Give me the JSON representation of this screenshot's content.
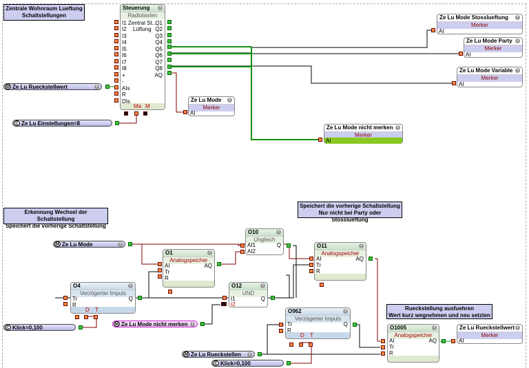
{
  "comments": {
    "c1": [
      "Zentrale Wohnraum Lueftung",
      "Schaltstellungen"
    ],
    "c2": [
      "Erkennung Wechsel der Schaltstellung",
      "Speichert die vorherige Schaltstellung"
    ],
    "c3": [
      "Speichert die vorherige Schaltstellung",
      "Nur nicht bei Party oder Stosslueftung"
    ],
    "c4": [
      "Rueckstellung ausfuehren",
      "Wert kurz wegnehmen und neu setzten"
    ]
  },
  "steuerung": {
    "title": "Steuerung",
    "type": "Radiotasten",
    "label1": "Zentral St...",
    "label2": "Lüftung",
    "inputs": [
      "I1",
      "I2",
      "I3",
      "I4",
      "I5",
      "I6",
      "I7",
      "I8",
      "+",
      "-",
      "AIs",
      "R",
      "DIs"
    ],
    "outputs": [
      "Q1",
      "Q2",
      "Q3",
      "Q4",
      "Q5",
      "Q6",
      "Q7",
      "Q8",
      "AQ"
    ],
    "footer": [
      "Ma",
      "M"
    ]
  },
  "merkers": [
    {
      "title": "Ze Lu Mode Stosslueftung",
      "type": "Merker",
      "input": "AI"
    },
    {
      "title": "Ze Lu Mode Party",
      "type": "Merker",
      "input": "AI"
    },
    {
      "title": "Ze Lu Mode Variable",
      "type": "Merker",
      "input": "AI"
    },
    {
      "title": "Ze Lu Mode",
      "type": "Merker",
      "input": "AI"
    },
    {
      "title": "Ze Lu Mode nicht merken",
      "type": "Merker",
      "input": "AI"
    },
    {
      "title": "Ze Lu Rueckstellwert",
      "type": "Merker",
      "input": "AI"
    }
  ],
  "variables": {
    "rueckstellwert": {
      "tag": "M",
      "label": "Ze Lu Rueckstellwert"
    },
    "einstellungen": {
      "tag": "C",
      "label": "Ze Lu Einstellungen=8"
    },
    "mode": {
      "tag": "M",
      "label": "Ze Lu Mode"
    },
    "klick1": {
      "tag": "C",
      "label": "Klick=0,100"
    },
    "nicht_merken": {
      "tag": "M",
      "label": "Ze Lu Mode nicht merken"
    },
    "rueckstellen": {
      "tag": "M",
      "label": "Ze Lu Rueckstellen"
    },
    "klick2": {
      "tag": "C",
      "label": "Klick=0,100"
    }
  },
  "blocks": {
    "o1": {
      "title": "O1",
      "type": "Analogspeicher",
      "inputs": [
        "AI",
        "Tr",
        "R"
      ],
      "output": "AQ"
    },
    "o10": {
      "title": "O10",
      "type": "Ungleich",
      "inputs": [
        "AI1",
        "AI2"
      ],
      "output": "Q"
    },
    "o11": {
      "title": "O11",
      "type": "Analogspeicher",
      "inputs": [
        "AI",
        "Tr",
        "R"
      ],
      "output": "AQ"
    },
    "o4": {
      "title": "O4",
      "type": "Verzögerter Impuls",
      "inputs": [
        "Tr",
        "R"
      ],
      "output": "Q",
      "params": [
        "D",
        "T"
      ]
    },
    "o12": {
      "title": "O12",
      "type": "UND",
      "inputs": [
        "I1",
        "I2"
      ],
      "output": "Q"
    },
    "o962": {
      "title": "O962",
      "type": "Verzögerter Impuls",
      "inputs": [
        "Tr",
        "R"
      ],
      "output": "Q",
      "params": [
        "D",
        "T"
      ]
    },
    "o1005": {
      "title": "O1005",
      "type": "Analogspeicher",
      "inputs": [
        "AI",
        "Tr",
        "R"
      ],
      "output": "AQ"
    }
  },
  "colors": {
    "active_wire": "#109010",
    "analog_wire": "#800000",
    "digital_wire": "#000000",
    "comment_bg": "#cdcdf0"
  }
}
